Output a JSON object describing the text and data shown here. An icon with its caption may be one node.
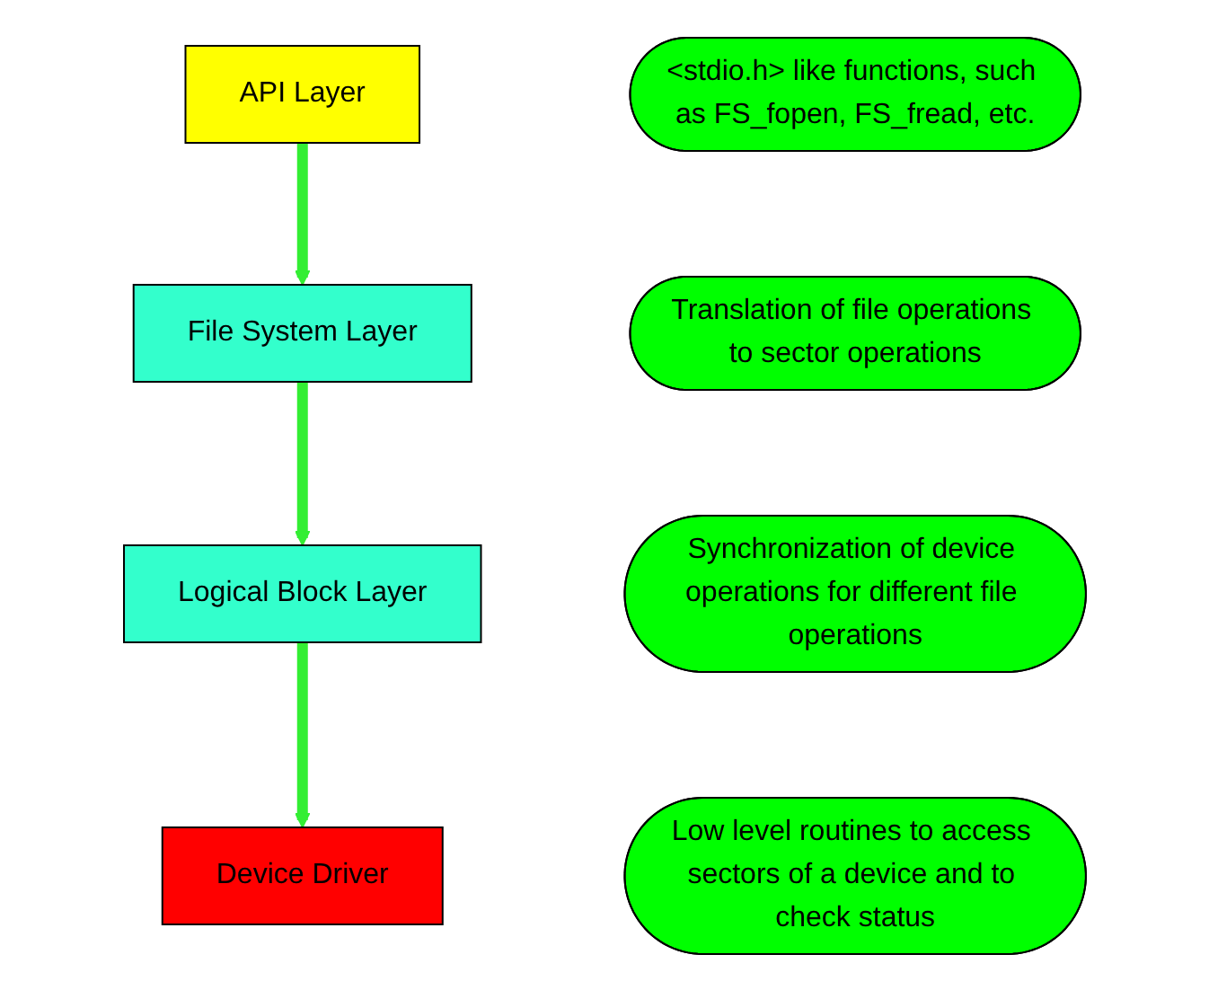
{
  "diagram": {
    "nodes": [
      {
        "text": [
          "API Layer"
        ]
      },
      {
        "text": [
          "<stdio.h> like functions, such as FS_fopen, FS_fread, etc."
        ]
      },
      {
        "text": [
          "File System Layer"
        ]
      },
      {
        "text": [
          "Translation of file operations to sector operations"
        ]
      },
      {
        "text": [
          "Logical Block Layer"
        ]
      },
      {
        "text": [
          "Synchronization of device operations for different file operations"
        ]
      },
      {
        "text": [
          "Device Driver"
        ]
      },
      {
        "text": [
          "Low level routines to access sectors of a device and to check status"
        ]
      }
    ],
    "edges": [
      {
        "from": 0,
        "to": 2,
        "arrow": "to"
      },
      {
        "from": 2,
        "to": 4,
        "arrow": "to"
      },
      {
        "from": 4,
        "to": 6,
        "arrow": "to"
      }
    ]
  }
}
